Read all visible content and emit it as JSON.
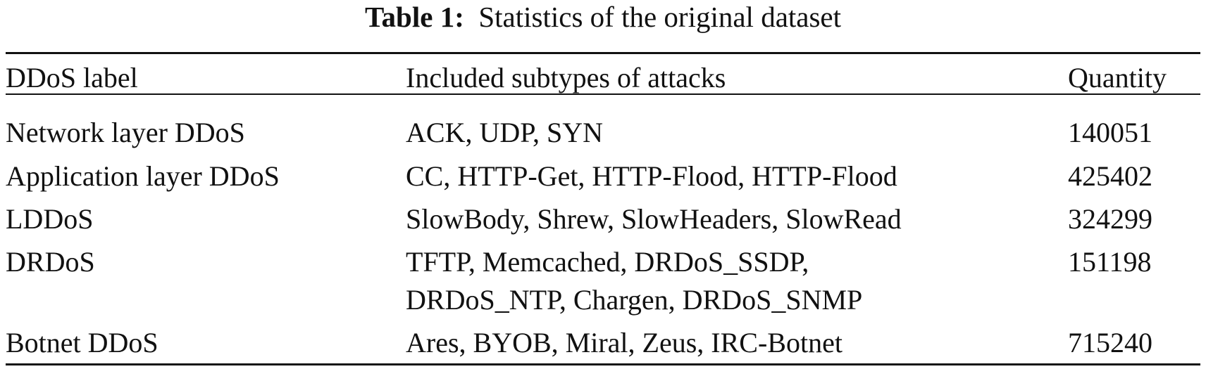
{
  "caption": {
    "label": "Table 1:",
    "text": "Statistics of the original dataset"
  },
  "table": {
    "headers": {
      "label": "DDoS label",
      "subtypes": "Included subtypes of attacks",
      "quantity": "Quantity"
    },
    "rows": [
      {
        "label": "Network layer DDoS",
        "subtypes_line1": "ACK, UDP, SYN",
        "quantity": "140051"
      },
      {
        "label": "Application layer DDoS",
        "subtypes_line1": "CC, HTTP-Get, HTTP-Flood, HTTP-Flood",
        "quantity": "425402"
      },
      {
        "label": "LDDoS",
        "subtypes_line1": "SlowBody, Shrew, SlowHeaders, SlowRead",
        "quantity": "324299"
      },
      {
        "label": "DRDoS",
        "subtypes_line1": "TFTP, Memcached, DRDoS_SSDP,",
        "subtypes_line2": "DRDoS_NTP, Chargen, DRDoS_SNMP",
        "quantity": "151198"
      },
      {
        "label": "Botnet DDoS",
        "subtypes_line1": "Ares, BYOB, Miral, Zeus, IRC-Botnet",
        "quantity": "715240"
      }
    ]
  }
}
